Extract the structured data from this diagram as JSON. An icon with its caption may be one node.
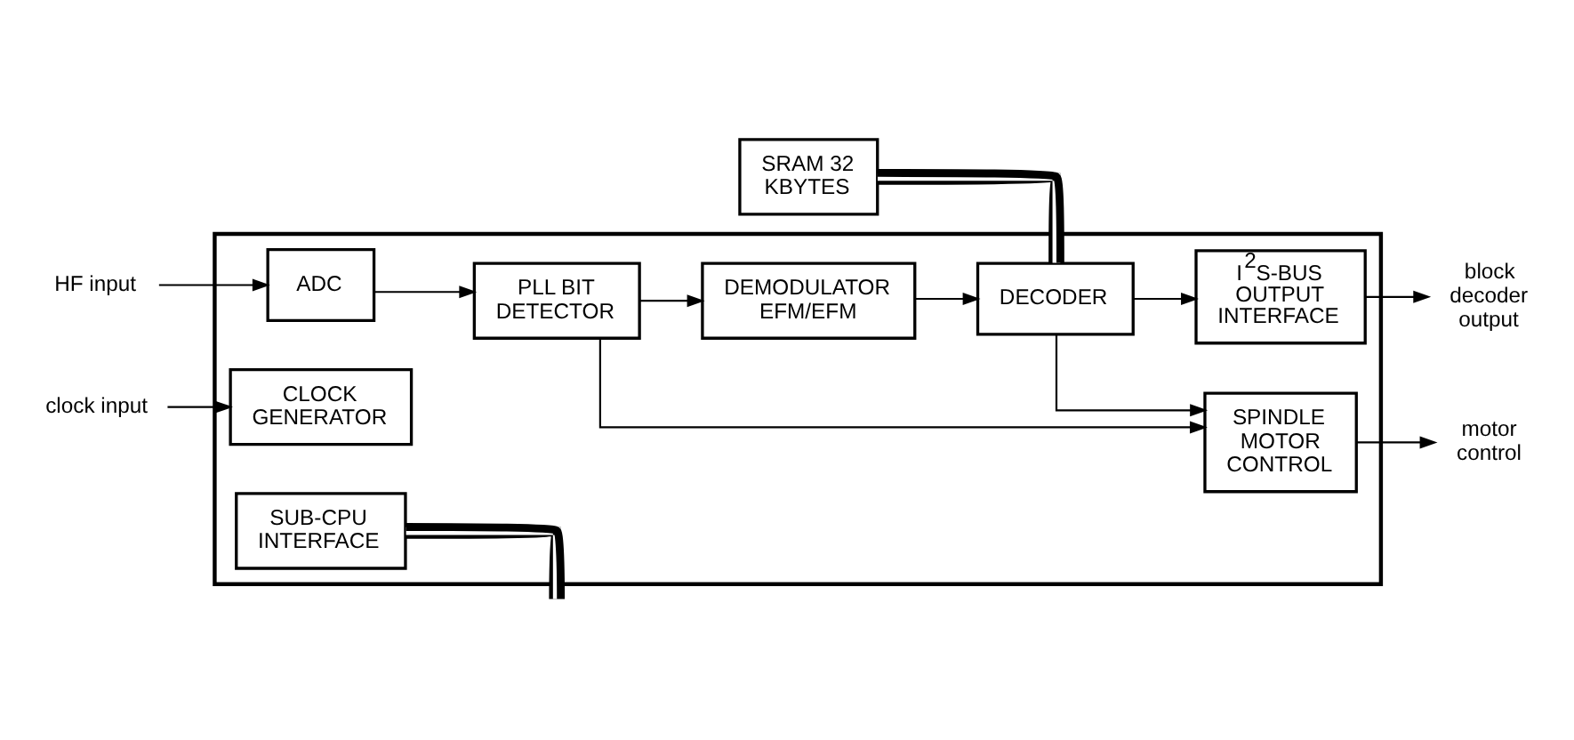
{
  "diagram": {
    "nodes": [
      {
        "text": [],
        "shape": "box"
      },
      {
        "text": [
          "HF input"
        ]
      },
      {
        "text": [
          "ADC"
        ],
        "in": 0
      },
      {
        "text": [
          "PLL BIT DETECTOR"
        ],
        "in": 0
      },
      {
        "text": [
          "DEMODULATOR EFM/EFM"
        ],
        "in": 0
      },
      {
        "text": [
          "SRAM 32 KBYTES"
        ]
      },
      {
        "text": [
          "DECODER"
        ],
        "in": 0
      },
      {
        "text": [
          "I$^{2}$S-BUS OUTPUT INTERFACE"
        ],
        "in": 0
      },
      {
        "text": [
          "block decoder output"
        ]
      },
      {
        "text": [
          "clock input"
        ]
      },
      {
        "text": [
          "CLOCK GENERATOR"
        ],
        "in": 0
      },
      {
        "text": [
          "SPINDLE MOTOR CONTROL"
        ],
        "in": 0
      },
      {
        "text": [
          "SUB-CPU INTERFACE"
        ],
        "in": 0
      },
      {
        "text": [
          "motor control"
        ]
      }
    ],
    "edges": [
      {
        "from": 1,
        "to": 2,
        "arrow": "to"
      },
      {
        "from": 2,
        "to": 3,
        "arrow": "to"
      },
      {
        "from": 3,
        "to": 4,
        "arrow": "to"
      },
      {
        "from": 4,
        "to": 6,
        "arrow": "to"
      },
      {
        "from": 5,
        "to": 6,
        "arrow": "none",
        "style": "thick"
      },
      {
        "from": 6,
        "to": 7,
        "arrow": "to"
      },
      {
        "from": 7,
        "to": 8,
        "arrow": "to"
      },
      {
        "from": 9,
        "to": 10,
        "arrow": "to"
      },
      {
        "from": 3,
        "to": 11,
        "arrow": "to"
      },
      {
        "from": 6,
        "to": 11,
        "arrow": "to"
      },
      {
        "from": 11,
        "to": 13,
        "arrow": "to"
      },
      {
        "from": 12,
        "to": null,
        "arrow": "none",
        "style": "thick"
      }
    ]
  }
}
